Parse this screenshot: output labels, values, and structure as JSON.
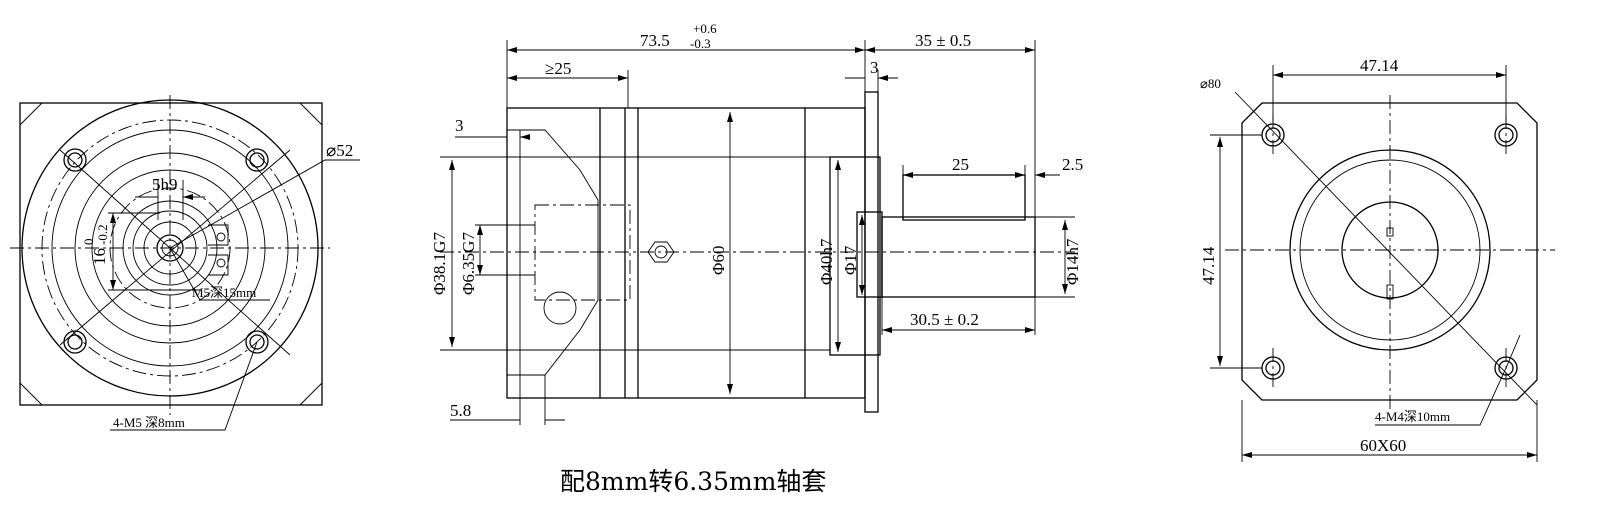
{
  "caption": "配8mm转6.35mm轴套",
  "left_view": {
    "dia_52": "⌀52",
    "key_width": "5h9",
    "shaft_height": "16",
    "shaft_height_tol_upper": "0",
    "shaft_height_tol_lower": "-0.2",
    "center_thread": "M5深15mm",
    "mount_holes": "4-M5 深8mm"
  },
  "side_view": {
    "overall_length": "73.5",
    "overall_tol_upper": "+0.6",
    "overall_tol_lower": "-0.3",
    "shaft_length": "35 ± 0.5",
    "min_depth": "≥25",
    "flange_3": "3",
    "left_3": "3",
    "key_length": "25",
    "key_offset": "2.5",
    "dia_38": "Φ38.1G7",
    "dia_635": "Φ6.35G7",
    "dia_60": "Φ60",
    "dia_40": "Φ40h7",
    "dia_17": "Φ17",
    "dia_14": "Φ14h7",
    "shaft_30": "30.5 ± 0.2",
    "dim_58": "5.8"
  },
  "right_view": {
    "dia_80": "⌀80",
    "pcd_h": "47.14",
    "pcd_v": "47.14",
    "mount_holes": "4-M4深10mm",
    "square": "60X60"
  }
}
